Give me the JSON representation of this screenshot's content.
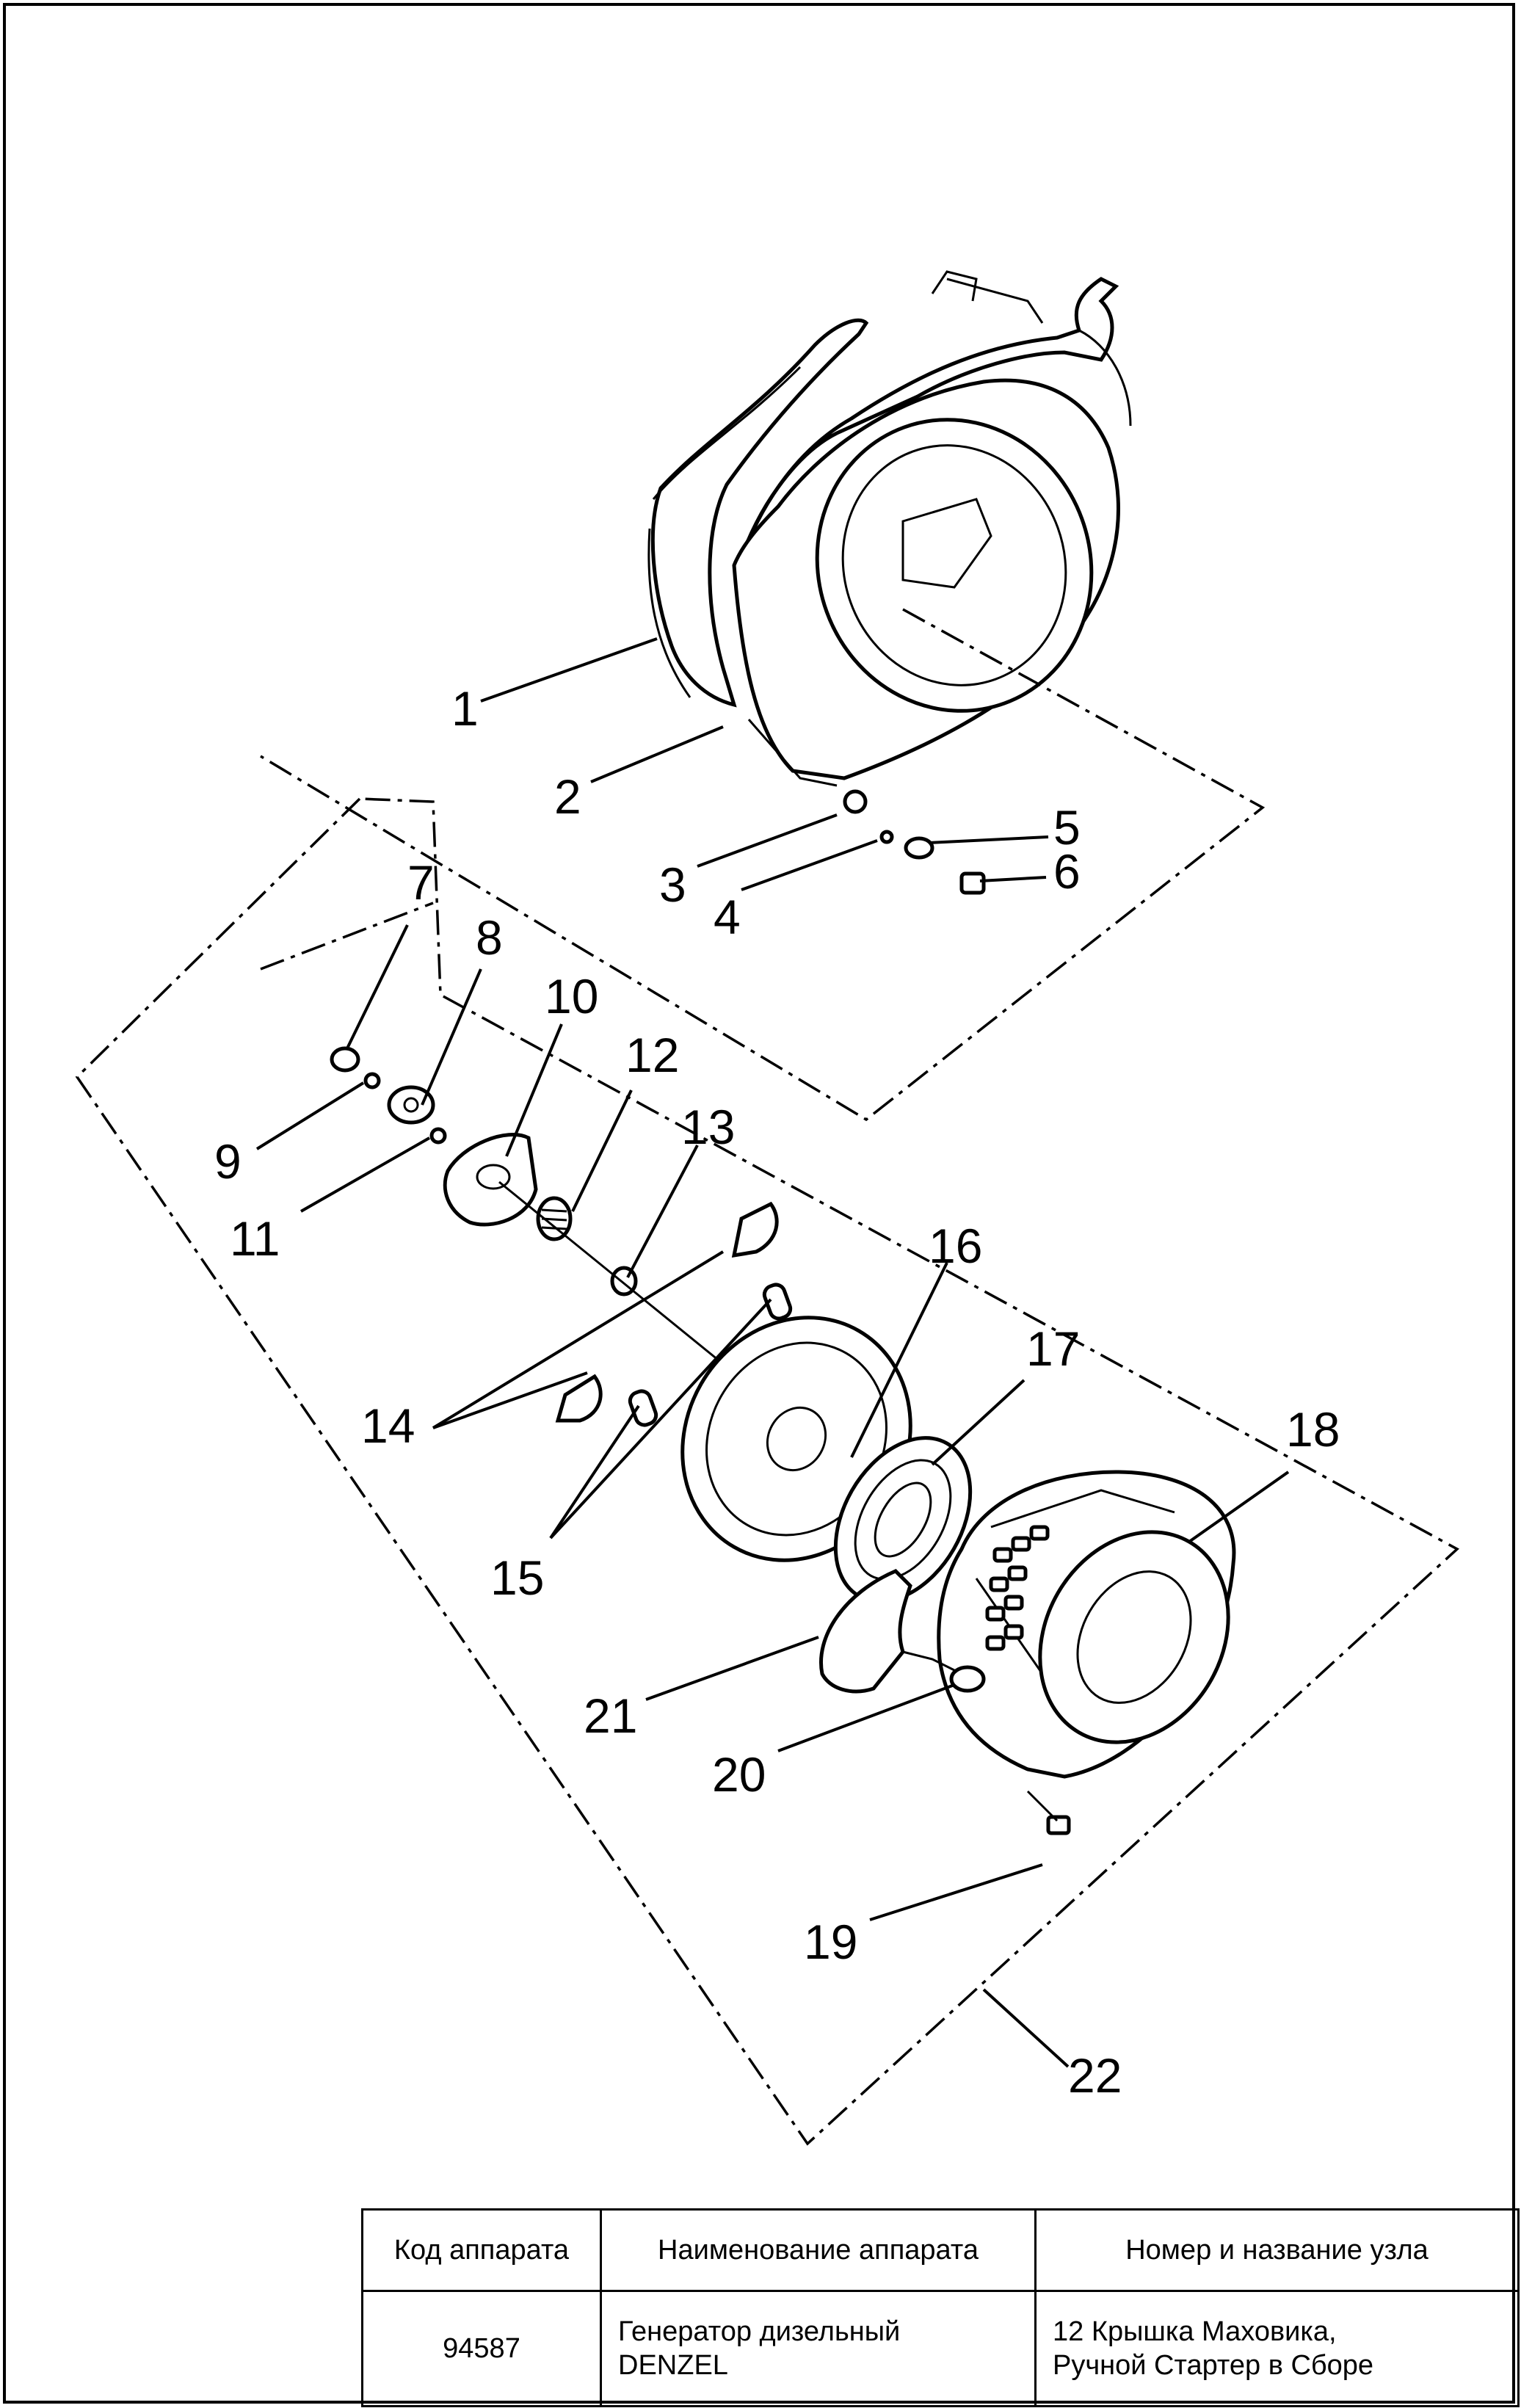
{
  "callouts": {
    "c1": "1",
    "c2": "2",
    "c3": "3",
    "c4": "4",
    "c5": "5",
    "c6": "6",
    "c7": "7",
    "c8": "8",
    "c9": "9",
    "c10": "10",
    "c11": "11",
    "c12": "12",
    "c13": "13",
    "c14": "14",
    "c15": "15",
    "c16": "16",
    "c17": "17",
    "c18": "18",
    "c19": "19",
    "c20": "20",
    "c21": "21",
    "c22": "22"
  },
  "table": {
    "headers": {
      "device_code": "Код аппарата",
      "device_name": "Наименование аппарата",
      "assembly": "Номер и название узла"
    },
    "row": {
      "device_code": "94587",
      "device_name_line1": "Генератор дизельный",
      "device_name_line2": "DENZEL",
      "assembly_line1": "12 Крышка Маховика,",
      "assembly_line2": "Ручной Стартер в Сборе"
    }
  }
}
